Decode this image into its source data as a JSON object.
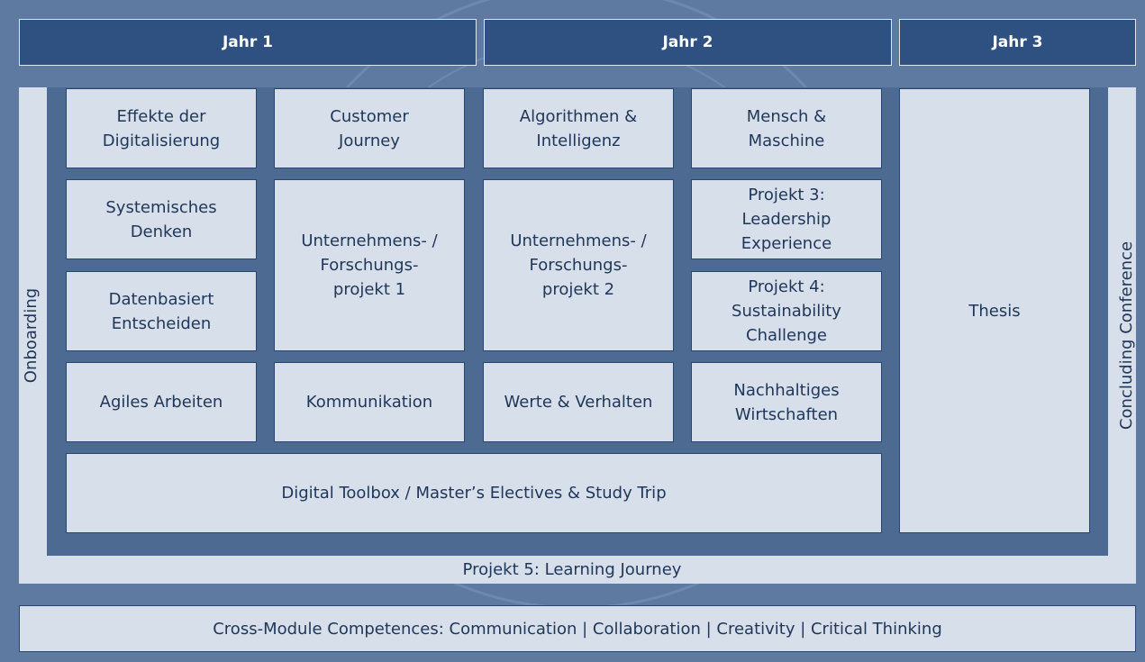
{
  "headers": {
    "year1": "Jahr 1",
    "year2": "Jahr 2",
    "year3": "Jahr 3"
  },
  "side": {
    "onboarding": "Onboarding",
    "concluding": "Concluding Conference",
    "learning_journey": "Projekt 5: Learning Journey"
  },
  "modules": {
    "effekte": "Effekte der Digitalisierung",
    "customer": "Customer Journey",
    "algorithmen": "Algorithmen & Intelligenz",
    "mensch": "Mensch & Maschine",
    "systemisches": "Systemisches Denken",
    "projekt1": "Unternehmens- / Forschungs- projekt 1",
    "projekt2": "Unternehmens- / Forschungs- projekt 2",
    "projekt3": "Projekt 3: Leadership Experience",
    "datenbasiert": "Datenbasiert Entscheiden",
    "projekt4": "Projekt 4: Sustainability Challenge",
    "agiles": "Agiles Arbeiten",
    "kommunikation": "Kommunikation",
    "werte": "Werte & Verhalten",
    "nachhaltiges": "Nachhaltiges Wirtschaften",
    "toolbox": "Digital Toolbox / Master’s Electives & Study Trip",
    "thesis": "Thesis"
  },
  "competences": "Cross-Module Competences: Communication | Collaboration | Creativity | Critical Thinking",
  "colors": {
    "background": "#5f7aa1",
    "header": "#2e5181",
    "box": "#d7dfeb",
    "inner": "#4d6a92",
    "text": "#1f3658"
  }
}
